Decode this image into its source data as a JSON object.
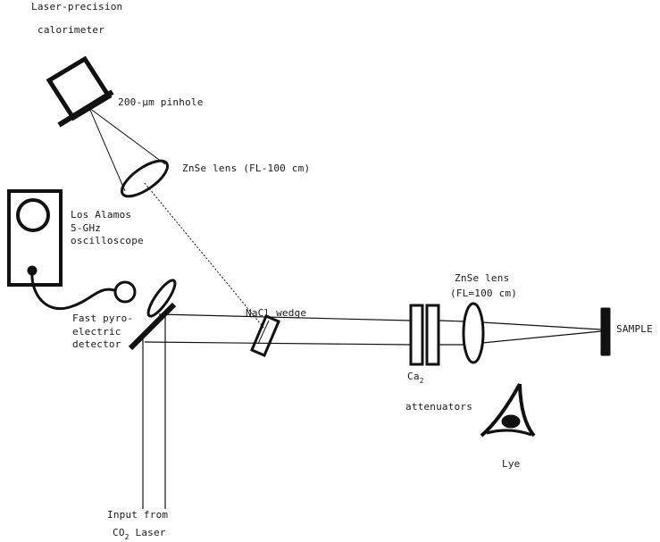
{
  "diagram": {
    "labels": {
      "calorimeter_line1": "Laser-precision",
      "calorimeter_line2": "calorimeter",
      "pinhole": "200-µm pinhole",
      "znse_lens_upper": "ZnSe lens (FL-100 cm)",
      "oscilloscope_line1": "Los Alamos",
      "oscilloscope_line2": "5-GHz",
      "oscilloscope_line3": "oscilloscope",
      "detector_line1": "Fast pyro-",
      "detector_line2": "electric",
      "detector_line3": "detector",
      "nacl_wedge": "NaCl wedge",
      "znse_lens_right_line1": "ZnSe lens",
      "znse_lens_right_line2": "(FL=100 cm)",
      "attenuators_line1_main": "Ca",
      "attenuators_line1_sub": "2",
      "attenuators_line2": "attenuators",
      "eye": "Lye",
      "sample": "SAMPLE",
      "input_line1": "Input from",
      "input_line2_main": "CO",
      "input_line2_sub": "2",
      "input_line2_rest": " Laser"
    }
  }
}
